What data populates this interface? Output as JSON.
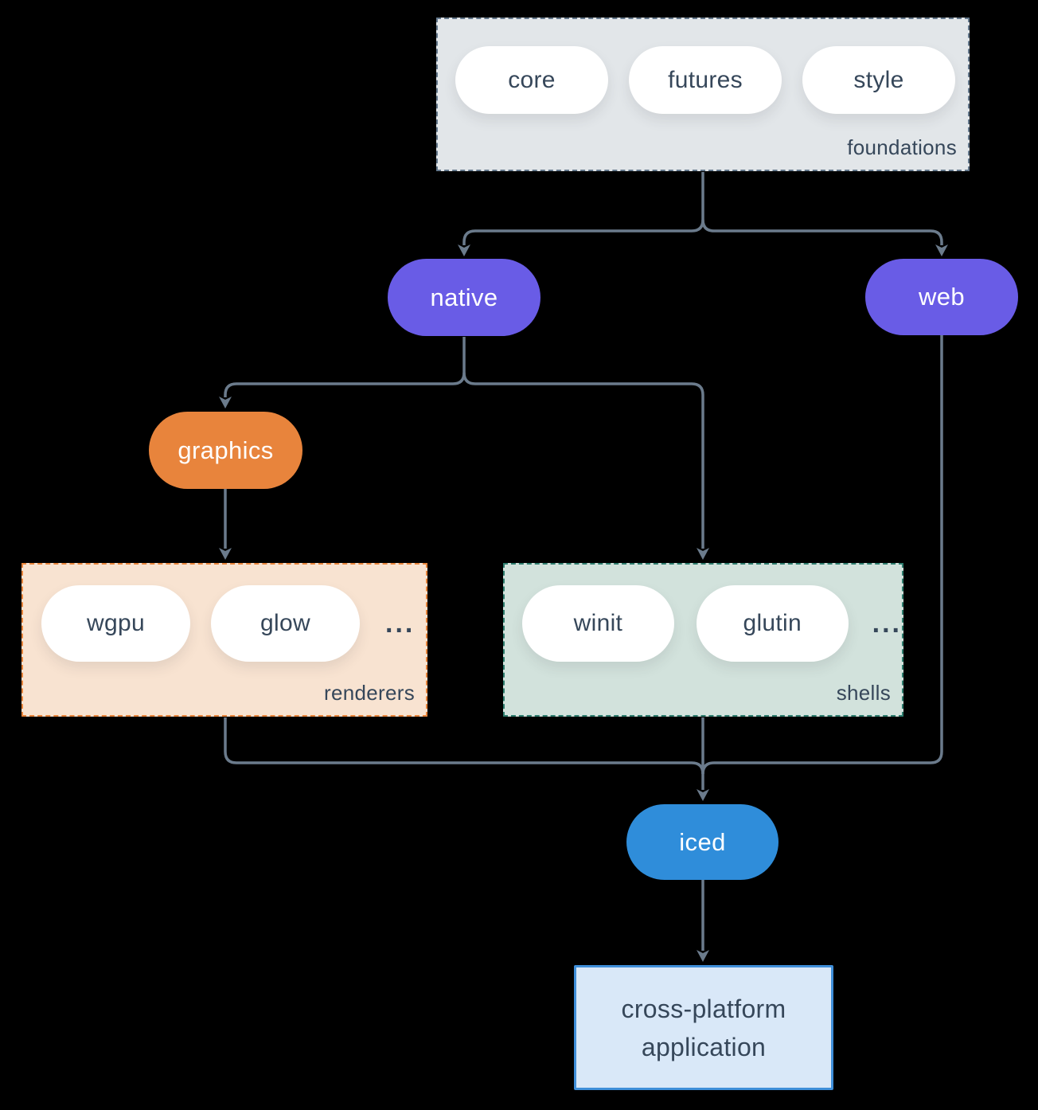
{
  "diagram": {
    "foundations": {
      "label": "foundations",
      "pills": [
        "core",
        "futures",
        "style"
      ]
    },
    "native": {
      "label": "native"
    },
    "web": {
      "label": "web"
    },
    "graphics": {
      "label": "graphics"
    },
    "renderers": {
      "label": "renderers",
      "pills": [
        "wgpu",
        "glow"
      ],
      "ellipsis": "..."
    },
    "shells": {
      "label": "shells",
      "pills": [
        "winit",
        "glutin"
      ],
      "ellipsis": "..."
    },
    "iced": {
      "label": "iced"
    },
    "application": {
      "line1": "cross-platform",
      "line2": "application"
    }
  },
  "colors": {
    "background": "#000000",
    "connector": "#6b7b8c",
    "node_purple": "#695ce6",
    "node_orange": "#e8843c",
    "node_blue": "#2f8dda",
    "pill_white": "#ffffff",
    "text_dark": "#36475a",
    "text_light": "#ffffff",
    "foundations_fill": "#e2e6e9",
    "foundations_border": "#64788c",
    "renderers_fill": "#f8e3d1",
    "renderers_border": "#e8853c",
    "shells_fill": "#d2e2dc",
    "shells_border": "#2e7d6e",
    "app_fill": "#d9e8f8",
    "app_border": "#3e8ed9"
  }
}
